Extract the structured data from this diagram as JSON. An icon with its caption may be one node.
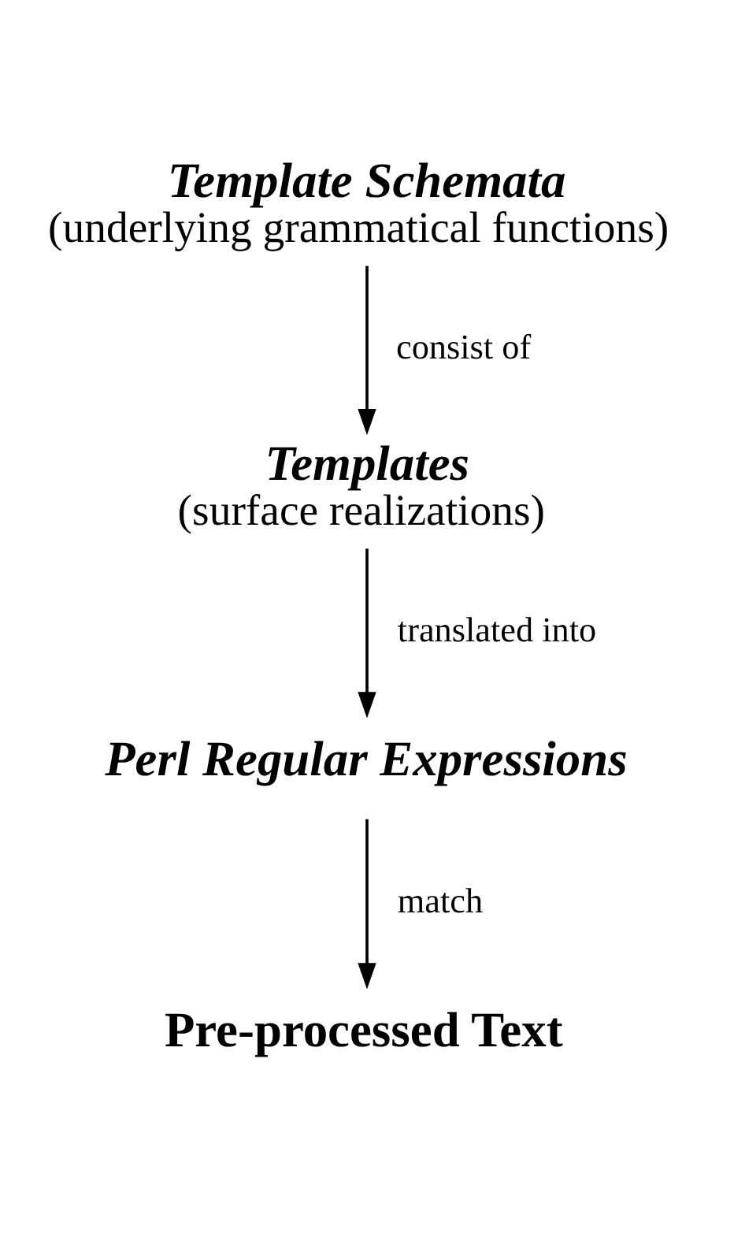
{
  "diagram": {
    "nodes": [
      {
        "text": [
          "Template Schemata",
          "(underlying grammatical functions)"
        ]
      },
      {
        "text": [
          "Templates",
          "(surface realizations)"
        ]
      },
      {
        "text": [
          "Perl Regular Expressions"
        ]
      },
      {
        "text": [
          "Pre-processed Text"
        ]
      }
    ],
    "edges": [
      {
        "from": 0,
        "to": 1,
        "arrow": "to",
        "label": "consist of"
      },
      {
        "from": 1,
        "to": 2,
        "arrow": "to",
        "label": "translated into"
      },
      {
        "from": 2,
        "to": 3,
        "arrow": "to",
        "label": "match"
      }
    ]
  }
}
